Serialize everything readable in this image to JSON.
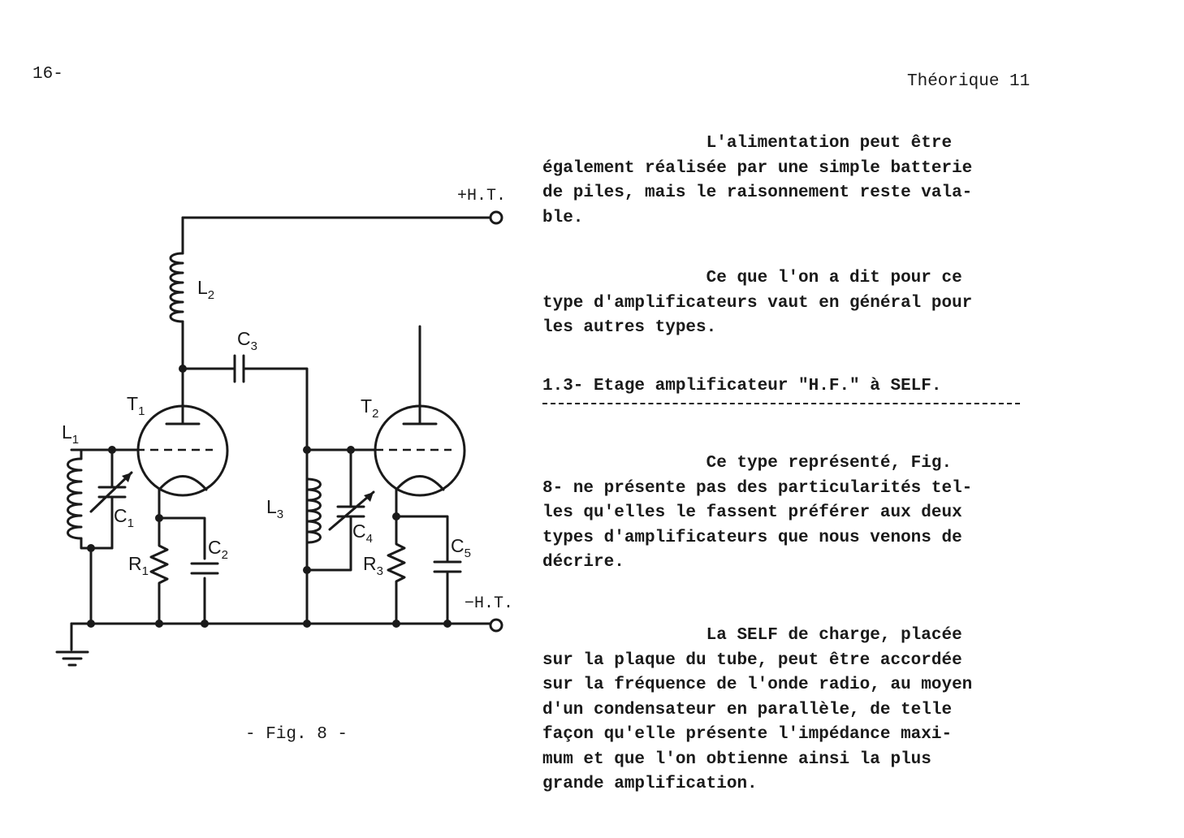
{
  "header": {
    "page_number": "16-",
    "running_title": "Théorique 11"
  },
  "paragraphs": [
    {
      "lines": [
        "                L'alimentation peut être",
        "également réalisée par une simple batterie",
        "de piles, mais le raisonnement reste vala-",
        "ble."
      ]
    },
    {
      "lines": [
        "                Ce que l'on a dit pour ce",
        "type d'amplificateurs vaut en général pour",
        "les autres types."
      ]
    },
    {
      "lines": [
        "                Ce type représenté, Fig.",
        "8- ne présente pas des particularités tel-",
        "les qu'elles le fassent préférer aux deux",
        "types d'amplificateurs que nous venons de",
        "décrire."
      ]
    },
    {
      "lines": [
        "                La SELF de charge, placée",
        "sur la plaque du tube, peut être accordée",
        "sur la fréquence de l'onde radio, au moyen",
        "d'un condensateur en parallèle, de telle",
        "façon qu'elle présente l'impédance maxi-",
        "mum et que l'on obtienne ainsi la plus",
        "grande amplification."
      ]
    }
  ],
  "section_heading": "1.3- Etage amplificateur \"H.F.\" à SELF.",
  "figure": {
    "caption": "- Fig. 8 -",
    "supply_plus": "+H.T.",
    "supply_minus": "−H.T.",
    "components": {
      "T1": {
        "letter": "T",
        "sub": "1"
      },
      "T2": {
        "letter": "T",
        "sub": "2"
      },
      "L1": {
        "letter": "L",
        "sub": "1"
      },
      "L2": {
        "letter": "L",
        "sub": "2"
      },
      "L3": {
        "letter": "L",
        "sub": "3"
      },
      "C1": {
        "letter": "C",
        "sub": "1"
      },
      "C2": {
        "letter": "C",
        "sub": "2"
      },
      "C3": {
        "letter": "C",
        "sub": "3"
      },
      "C4": {
        "letter": "C",
        "sub": "4"
      },
      "C5": {
        "letter": "C",
        "sub": "5"
      },
      "R1": {
        "letter": "R",
        "sub": "1"
      },
      "R3": {
        "letter": "R",
        "sub": "3"
      }
    }
  }
}
